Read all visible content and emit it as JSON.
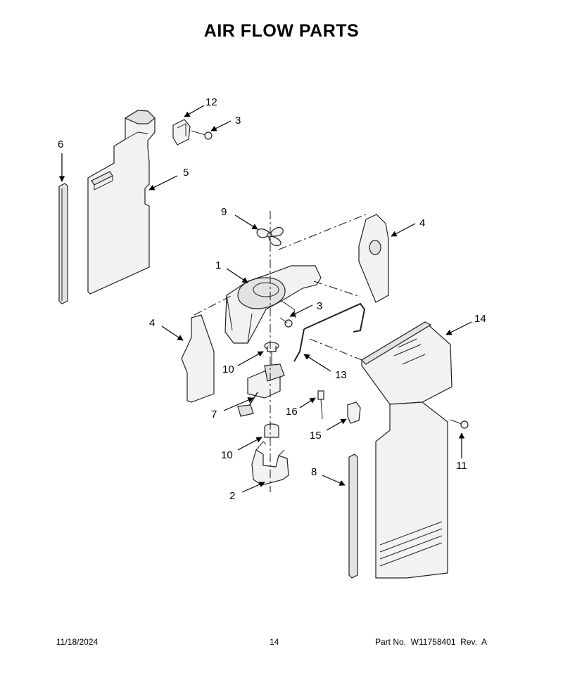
{
  "page": {
    "title": "AIR FLOW PARTS",
    "footer": {
      "date": "11/18/2024",
      "page_number": "14",
      "part_number": "Part No.  W11758401  Rev.  A"
    }
  },
  "callouts": [
    "1",
    "2",
    "3",
    "3",
    "4",
    "4",
    "5",
    "6",
    "7",
    "8",
    "9",
    "10",
    "10",
    "11",
    "12",
    "13",
    "14",
    "15",
    "16"
  ]
}
